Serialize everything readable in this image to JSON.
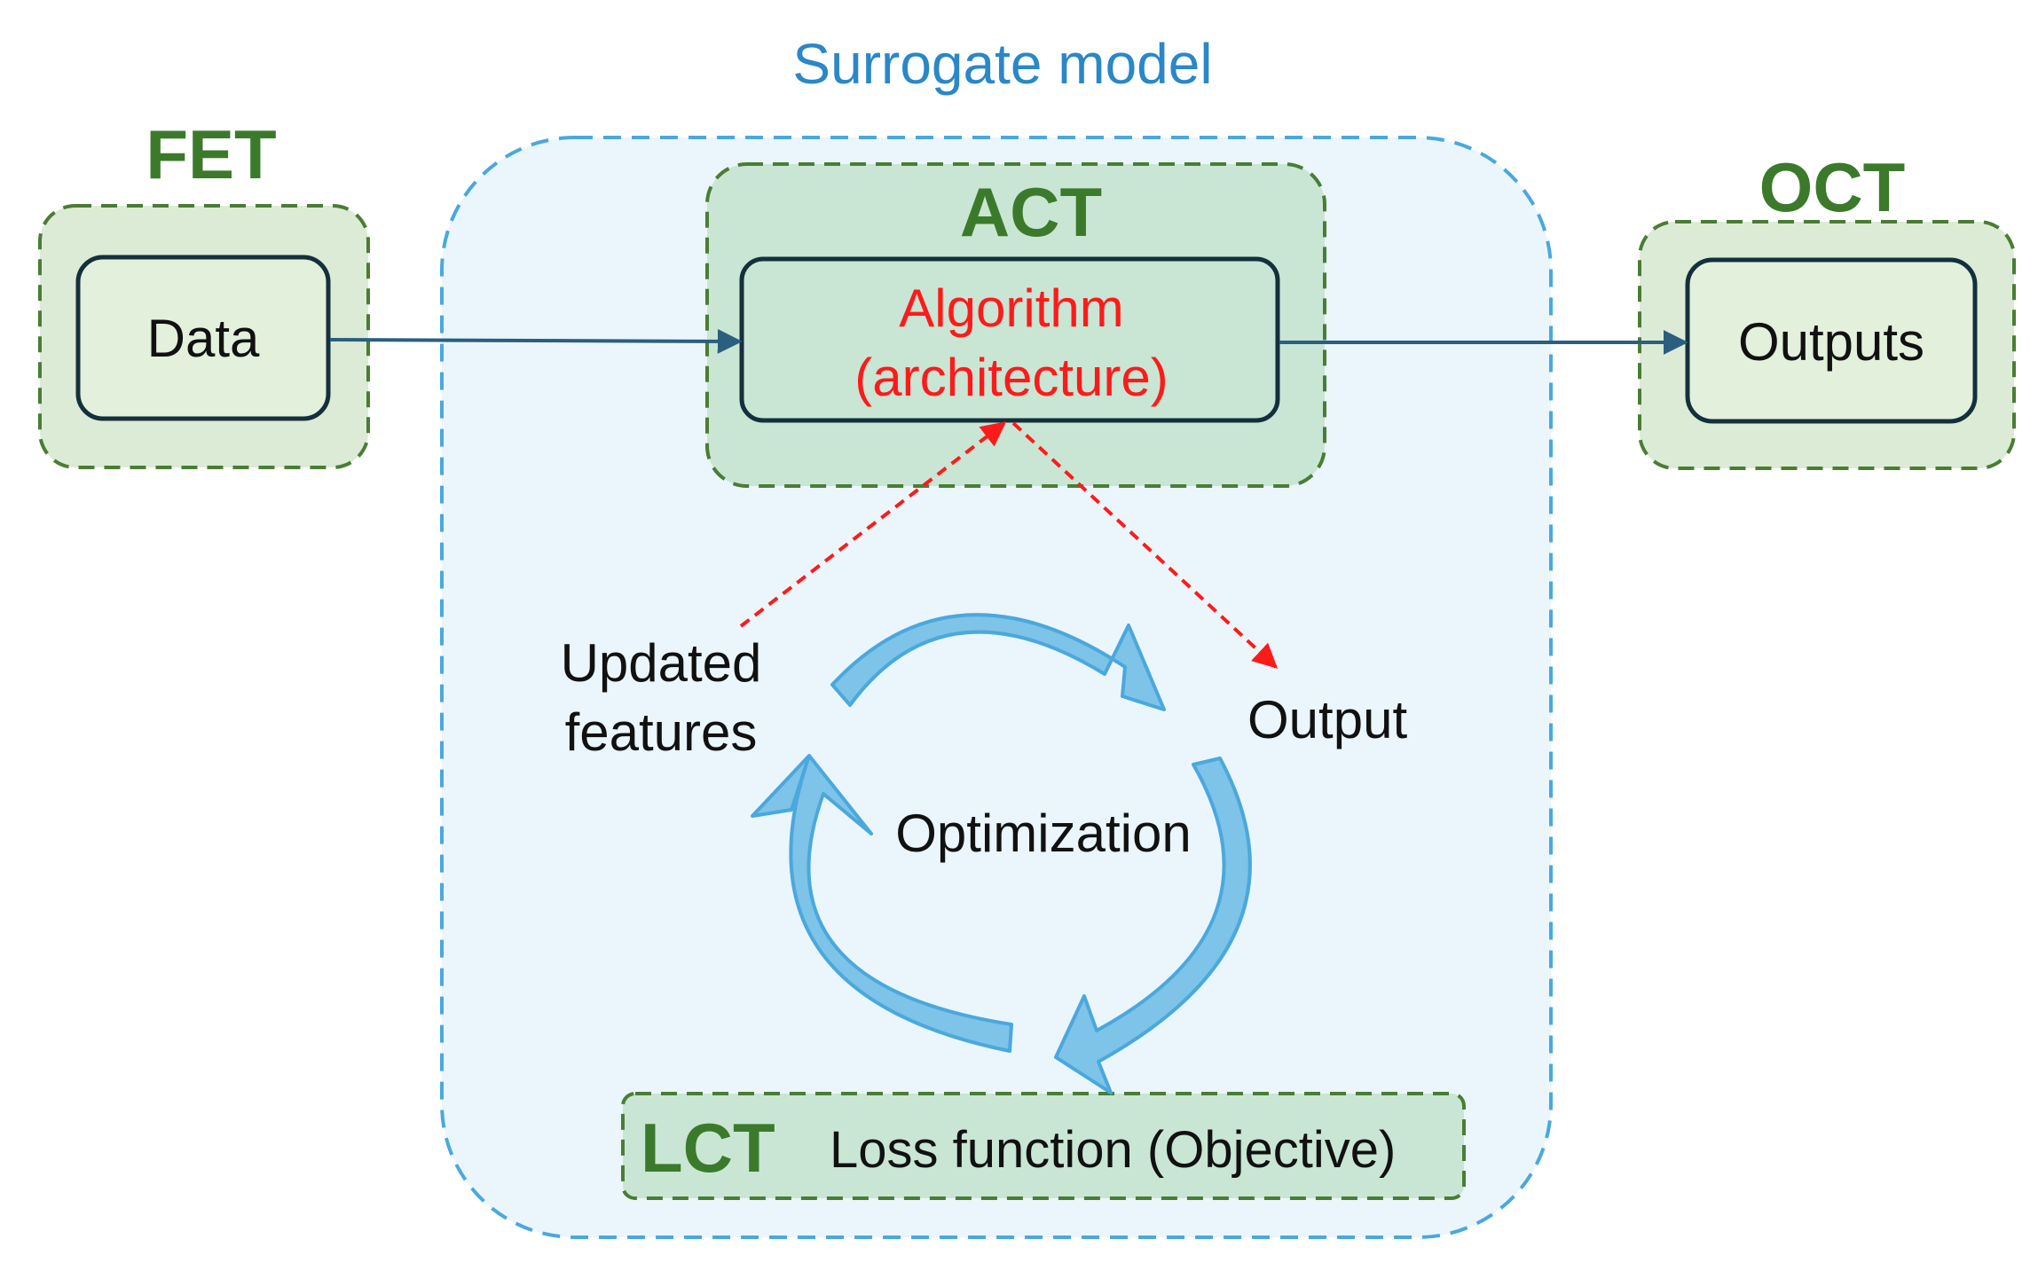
{
  "title": "Surrogate model",
  "fet": {
    "tag": "FET",
    "box": "Data"
  },
  "act": {
    "tag": "ACT",
    "line1": "Algorithm",
    "line2": "(architecture)"
  },
  "oct": {
    "tag": "OCT",
    "box": "Outputs"
  },
  "cycle": {
    "updated_line1": "Updated",
    "updated_line2": "features",
    "output": "Output",
    "center": "Optimization"
  },
  "lct": {
    "tag": "LCT",
    "text": "Loss function (Objective)"
  },
  "colors": {
    "green_tag": "#3b7a2b",
    "green_fill": "#dcebd5",
    "surrogate_blue": "#2a87c8",
    "surrogate_fill": "#eaf6fc",
    "cycle_arrow": "#7ec3e8",
    "red_arrow": "#ff1a1a",
    "connector": "#2a5f7e"
  }
}
